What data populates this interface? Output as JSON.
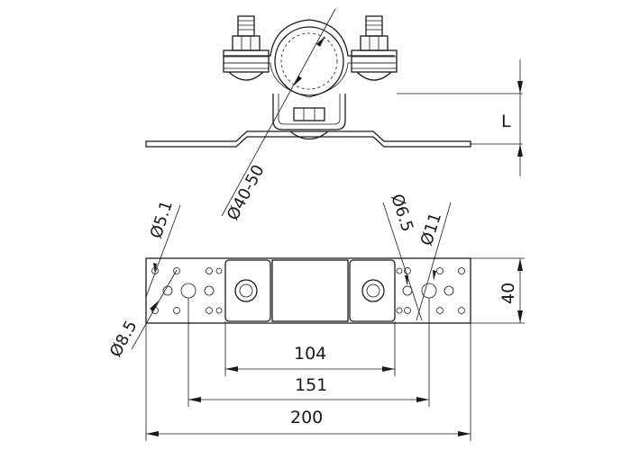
{
  "drawing": {
    "dimensions": {
      "d104": "104",
      "d151": "151",
      "d200": "200",
      "d40": "40",
      "dL": "L"
    },
    "diameters": {
      "tube": "Ø40-50",
      "hole_5_1": "Ø5.1",
      "hole_8_5": "Ø8.5",
      "hole_6_5": "Ø6.5",
      "hole_11": "Ø11"
    }
  }
}
